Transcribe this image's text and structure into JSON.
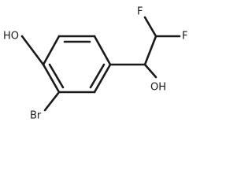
{
  "molecule": {
    "labels": {
      "hydroxyl_phenol": "HO",
      "bromine": "Br",
      "fluorine_1": "F",
      "fluorine_2": "F",
      "hydroxyl_alcohol": "OH"
    }
  }
}
